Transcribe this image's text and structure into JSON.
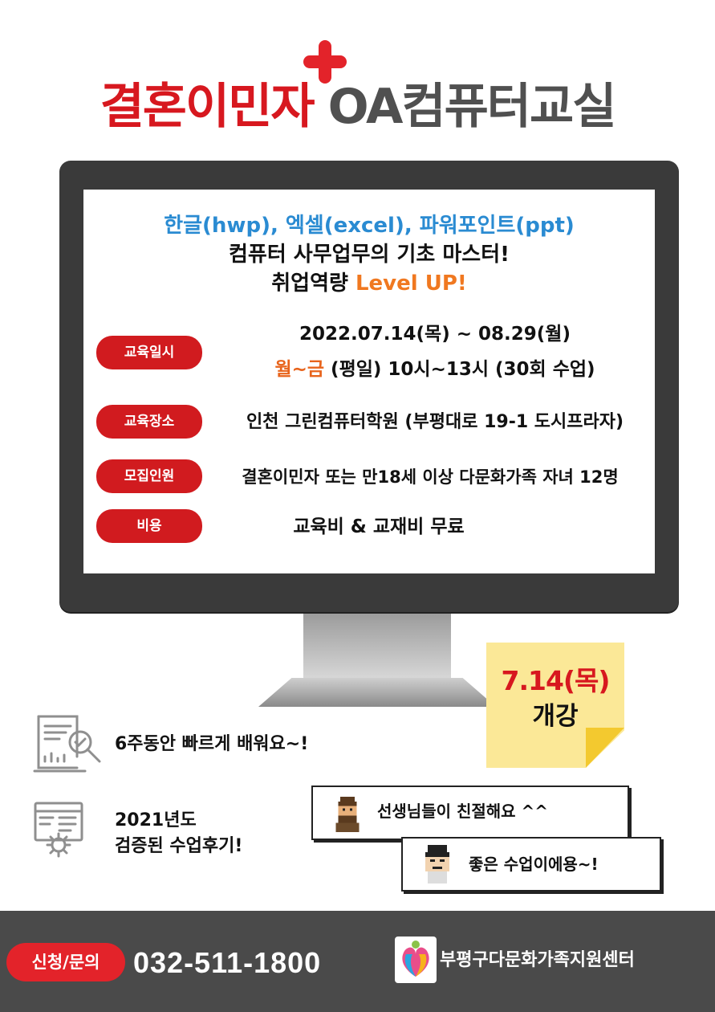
{
  "title": {
    "part1": "결혼이민자",
    "part2": "OA컴퓨터교실"
  },
  "intro": {
    "line1": "한글(hwp), 엑셀(excel), 파워포인트(ppt)",
    "line2": "컴퓨터 사무업무의 기초 마스터!",
    "line3_prefix": "취업역량 ",
    "line3_highlight": "Level UP!"
  },
  "details": {
    "schedule_label": "교육일시",
    "schedule_dates": "2022.07.14(목) ~ 08.29(월)",
    "schedule_days": "월~금",
    "schedule_time": " (평일) 10시~13시 (30회 수업)",
    "place_label": "교육장소",
    "place_value": "인천 그린컴퓨터학원 (부평대로 19-1 도시프라자)",
    "recruit_label": "모집인원",
    "recruit_value": "결혼이민자 또는 만18세 이상 다문화가족 자녀 12명",
    "cost_label": "비용",
    "cost_value": "교육비 & 교재비 무료"
  },
  "sticky": {
    "date": "7.14(목)",
    "open": "개강"
  },
  "features": {
    "f1": "6주동안 빠르게 배워요~!",
    "f2_line1": "2021년도",
    "f2_line2": "검증된 수업후기!"
  },
  "reviews": {
    "r1": "선생님들이 친절해요 ^^",
    "r2": "좋은 수업이에용~!"
  },
  "footer": {
    "apply_label": "신청/문의",
    "phone": "032-511-1800",
    "center_name": "부평구다문화가족지원센터"
  },
  "colors": {
    "accent_red": "#d7181f",
    "accent_blue": "#2a8bd2",
    "accent_orange": "#f07820",
    "sticky_yellow": "#fbe897",
    "footer_gray": "#4a4a4a"
  },
  "icons": [
    "plus-icon",
    "document-search-icon",
    "browser-gear-icon",
    "bearded-avatar-icon",
    "smiling-avatar-icon",
    "center-logo-icon"
  ]
}
